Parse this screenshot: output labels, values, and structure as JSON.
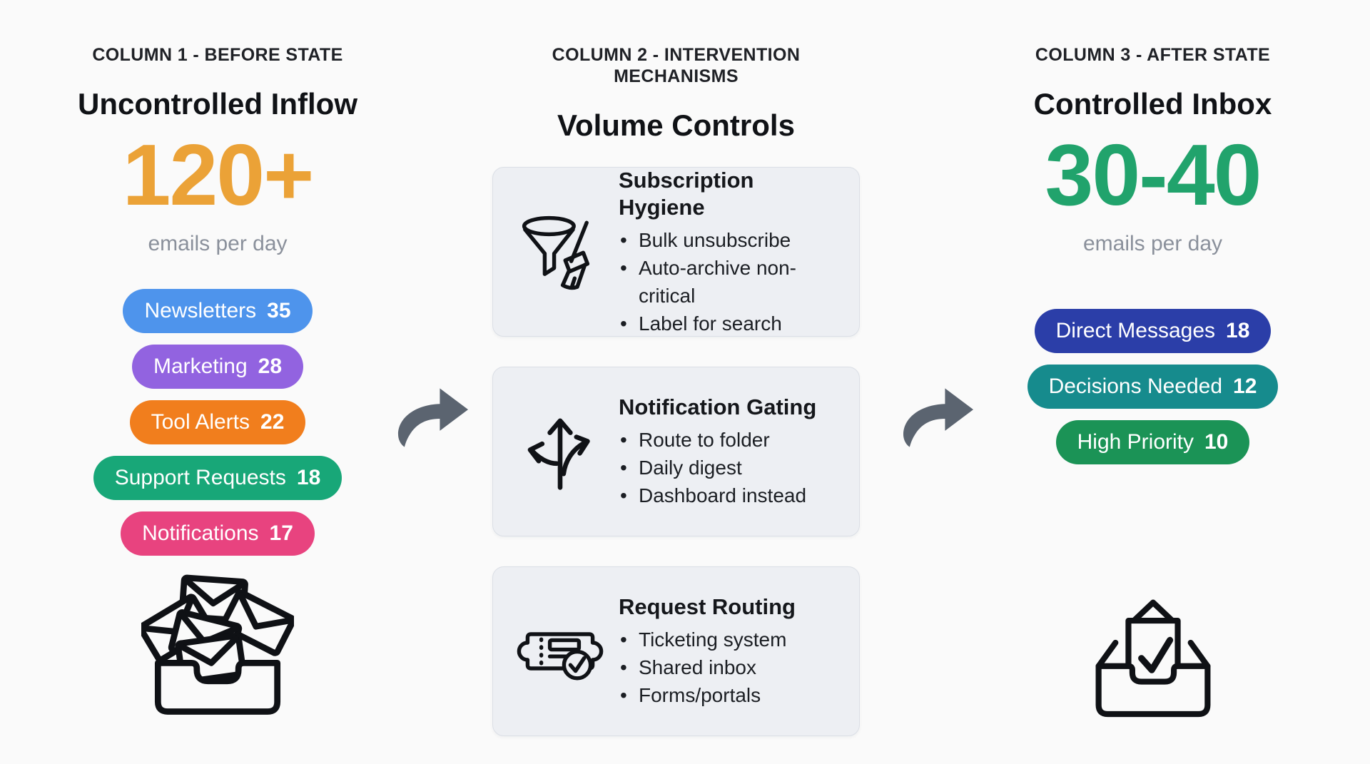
{
  "columns": [
    {
      "kicker": "COLUMN 1 - BEFORE STATE",
      "title": "Uncontrolled Inflow",
      "metric": {
        "value": "120+",
        "caption": "emails per day",
        "color": "#EBA237"
      },
      "pills": [
        {
          "label": "Newsletters",
          "count": "35",
          "color": "#4E94EC"
        },
        {
          "label": "Marketing",
          "count": "28",
          "color": "#9263E0"
        },
        {
          "label": "Tool Alerts",
          "count": "22",
          "color": "#F17E1D"
        },
        {
          "label": "Support Requests",
          "count": "18",
          "color": "#18A778"
        },
        {
          "label": "Notifications",
          "count": "17",
          "color": "#E8437F"
        }
      ],
      "bottom_icon": "overflowing-inbox"
    },
    {
      "kicker": "COLUMN 2 - INTERVENTION MECHANISMS",
      "title": "Volume Controls",
      "cards": [
        {
          "icon": "funnel-broom",
          "title": "Subscription Hygiene",
          "bullets": [
            "Bulk unsubscribe",
            "Auto-archive non-critical",
            "Label for search"
          ]
        },
        {
          "icon": "branch-arrows",
          "title": "Notification Gating",
          "bullets": [
            "Route to folder",
            "Daily digest",
            "Dashboard instead"
          ]
        },
        {
          "icon": "ticket-check",
          "title": "Request Routing",
          "bullets": [
            "Ticketing system",
            "Shared inbox",
            "Forms/portals"
          ]
        }
      ]
    },
    {
      "kicker": "COLUMN 3 - AFTER STATE",
      "title": "Controlled Inbox",
      "metric": {
        "value": "30-40",
        "caption": "emails per day",
        "color": "#21A36C"
      },
      "pills": [
        {
          "label": "Direct Messages",
          "count": "18",
          "color": "#2B3EA8"
        },
        {
          "label": "Decisions Needed",
          "count": "12",
          "color": "#168B8D"
        },
        {
          "label": "High Priority",
          "count": "10",
          "color": "#1B9356"
        }
      ],
      "bottom_icon": "inbox-check"
    }
  ],
  "flow": {
    "arrow_color": "#5B6470"
  }
}
